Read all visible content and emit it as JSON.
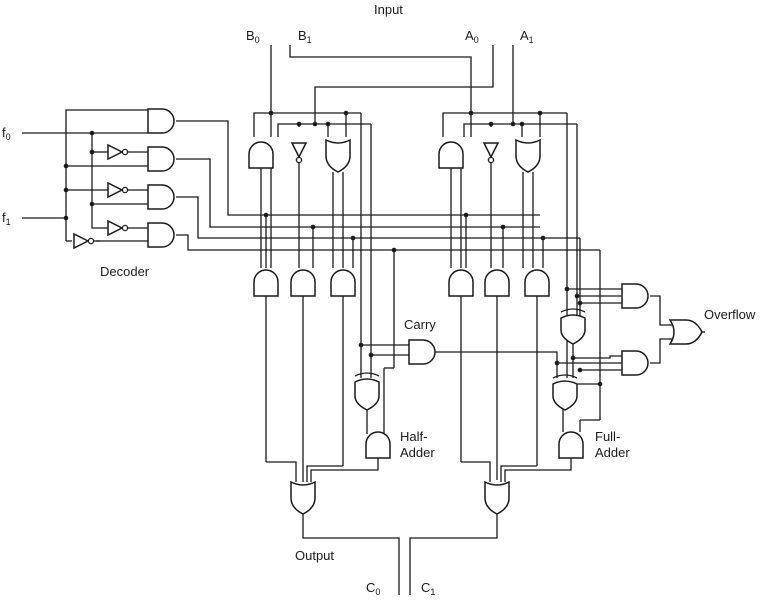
{
  "labels": {
    "input": "Input",
    "b0": "B",
    "b0_sub": "0",
    "b1": "B",
    "b1_sub": "1",
    "a0": "A",
    "a0_sub": "0",
    "a1": "A",
    "a1_sub": "1",
    "f0": "f",
    "f0_sub": "0",
    "f1": "f",
    "f1_sub": "1",
    "decoder": "Decoder",
    "carry": "Carry",
    "half_adder_1": "Half-",
    "half_adder_2": "Adder",
    "full_adder_1": "Full-",
    "full_adder_2": "Adder",
    "overflow": "Overflow",
    "output": "Output",
    "c0": "C",
    "c0_sub": "0",
    "c1": "C",
    "c1_sub": "1"
  },
  "colors": {
    "ink": "#1a1a1a",
    "background": "#ffffff"
  }
}
